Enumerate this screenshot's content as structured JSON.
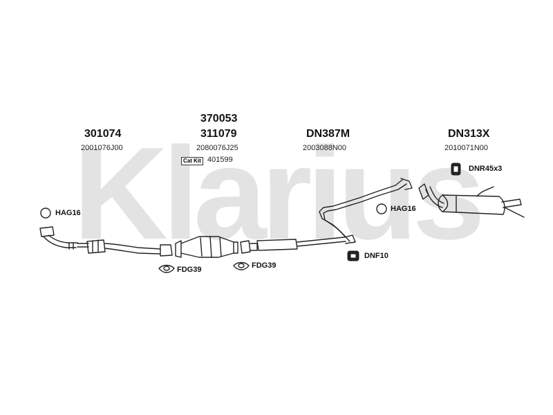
{
  "watermark": {
    "text": "Klarius",
    "color": "#e3e3e3"
  },
  "groups": [
    {
      "part": "301074",
      "oem": "2001076J00"
    },
    {
      "part_top": "370053",
      "part": "311079",
      "oem": "2080076J25",
      "cat_kit_label": "Cat Kit",
      "cat_kit_number": "401599"
    },
    {
      "part": "DN387M",
      "oem": "2003088N00"
    },
    {
      "part": "DN313X",
      "oem": "2010071N00"
    }
  ],
  "fittings": {
    "hag16_left": "HAG16",
    "hag16_right": "HAG16",
    "fdg39_left": "FDG39",
    "fdg39_right": "FDG39",
    "dnf10": "DNF10",
    "dnr45": "DNR45x3"
  },
  "icons": [
    "ring-gasket-icon",
    "flange-gasket-icon",
    "rubber-hanger-icon",
    "hanger-bracket-icon"
  ]
}
